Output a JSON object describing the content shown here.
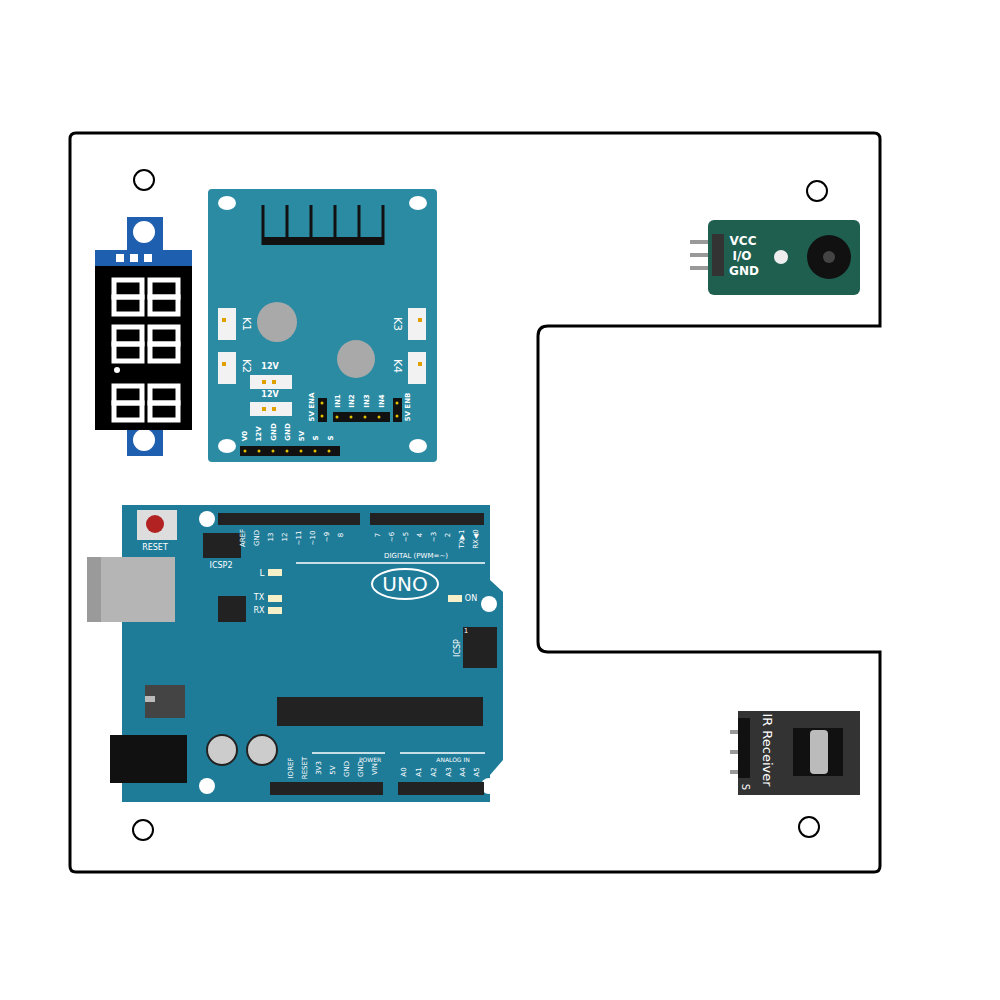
{
  "diagram": {
    "labels": [
      "K1",
      "K2",
      "K3",
      "K4",
      "12V",
      "12V",
      "5V ENA",
      "IN1",
      "IN2",
      "IN3",
      "IN4",
      "5V ENB",
      "V0",
      "12V",
      "GND",
      "GND",
      "5V",
      "S",
      "S",
      "RESET",
      "ICSP2",
      "AREF",
      "GND",
      "13",
      "12",
      "~11",
      "~10",
      "~9",
      "8",
      "7",
      "~6",
      "~5",
      "4",
      "~3",
      "2",
      "TX▶1",
      "RX◀0",
      "DIGITAL (PWM=~)",
      "L",
      "TX",
      "RX",
      "UNO",
      "ON",
      "ICSP",
      "1",
      "IOREF",
      "RESET",
      "3V3",
      "5V",
      "GND",
      "GND",
      "VIN",
      "POWER",
      "ANALOG IN",
      "A0",
      "A1",
      "A2",
      "A3",
      "A4",
      "A5",
      "VCC",
      "I/O",
      "GND",
      "IR Receiver",
      "S"
    ]
  }
}
